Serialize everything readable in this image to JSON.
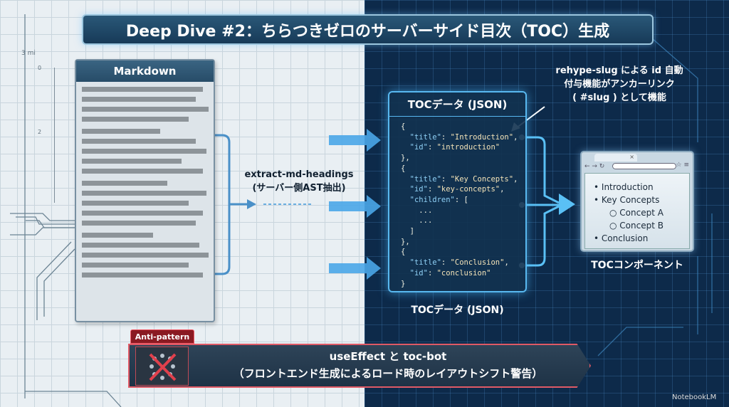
{
  "title": "Deep Dive #2：ちらつきゼロのサーバーサイド目次（TOC）生成",
  "ruler": {
    "scale": "3 mi",
    "ticks": [
      "0",
      "2"
    ]
  },
  "markdown": {
    "header": "Markdown"
  },
  "extractor": {
    "line1": "extract-md-headings",
    "line2": "(サーバー側AST抽出)"
  },
  "json_panel": {
    "header": "TOCデータ (JSON)",
    "caption": "TOCデータ (JSON)",
    "code": {
      "l1": "{",
      "l2k": "\"title\"",
      "l2v": "\"Introduction\"",
      "l3k": "\"id\"",
      "l3v": "\"introduction\"",
      "l4": "},",
      "l5": "{",
      "l6k": "\"title\"",
      "l6v": "\"Key Concepts\"",
      "l7k": "\"id\"",
      "l7v": "\"key-concepts\"",
      "l8k": "\"children\"",
      "l8v": "[",
      "l9": "...",
      "l10": "...",
      "l11": "]",
      "l12": "},",
      "l13": "{",
      "l14k": "\"title\"",
      "l14v": "\"Conclusion\"",
      "l15k": "\"id\"",
      "l15v": "\"conclusion\"",
      "l16": "}"
    }
  },
  "annotation": {
    "line1": "rehype-slug による id 自動",
    "line2": "付与機能がアンカーリンク",
    "line3": "( #slug ) として機能"
  },
  "browser": {
    "items": [
      "Introduction",
      "Key Concepts",
      "Concept A",
      "Concept B",
      "Conclusion"
    ],
    "caption": "TOCコンポーネント"
  },
  "anti_pattern": {
    "tag": "Anti-pattern",
    "line1": "useEffect と toc-bot",
    "line2": "（フロントエンド生成によるロード時のレイアウトシフト警告）"
  },
  "watermark": "NotebookLM",
  "colors": {
    "accent": "#58b8f0",
    "danger": "#e05a66",
    "navy": "#0d2a4a"
  }
}
